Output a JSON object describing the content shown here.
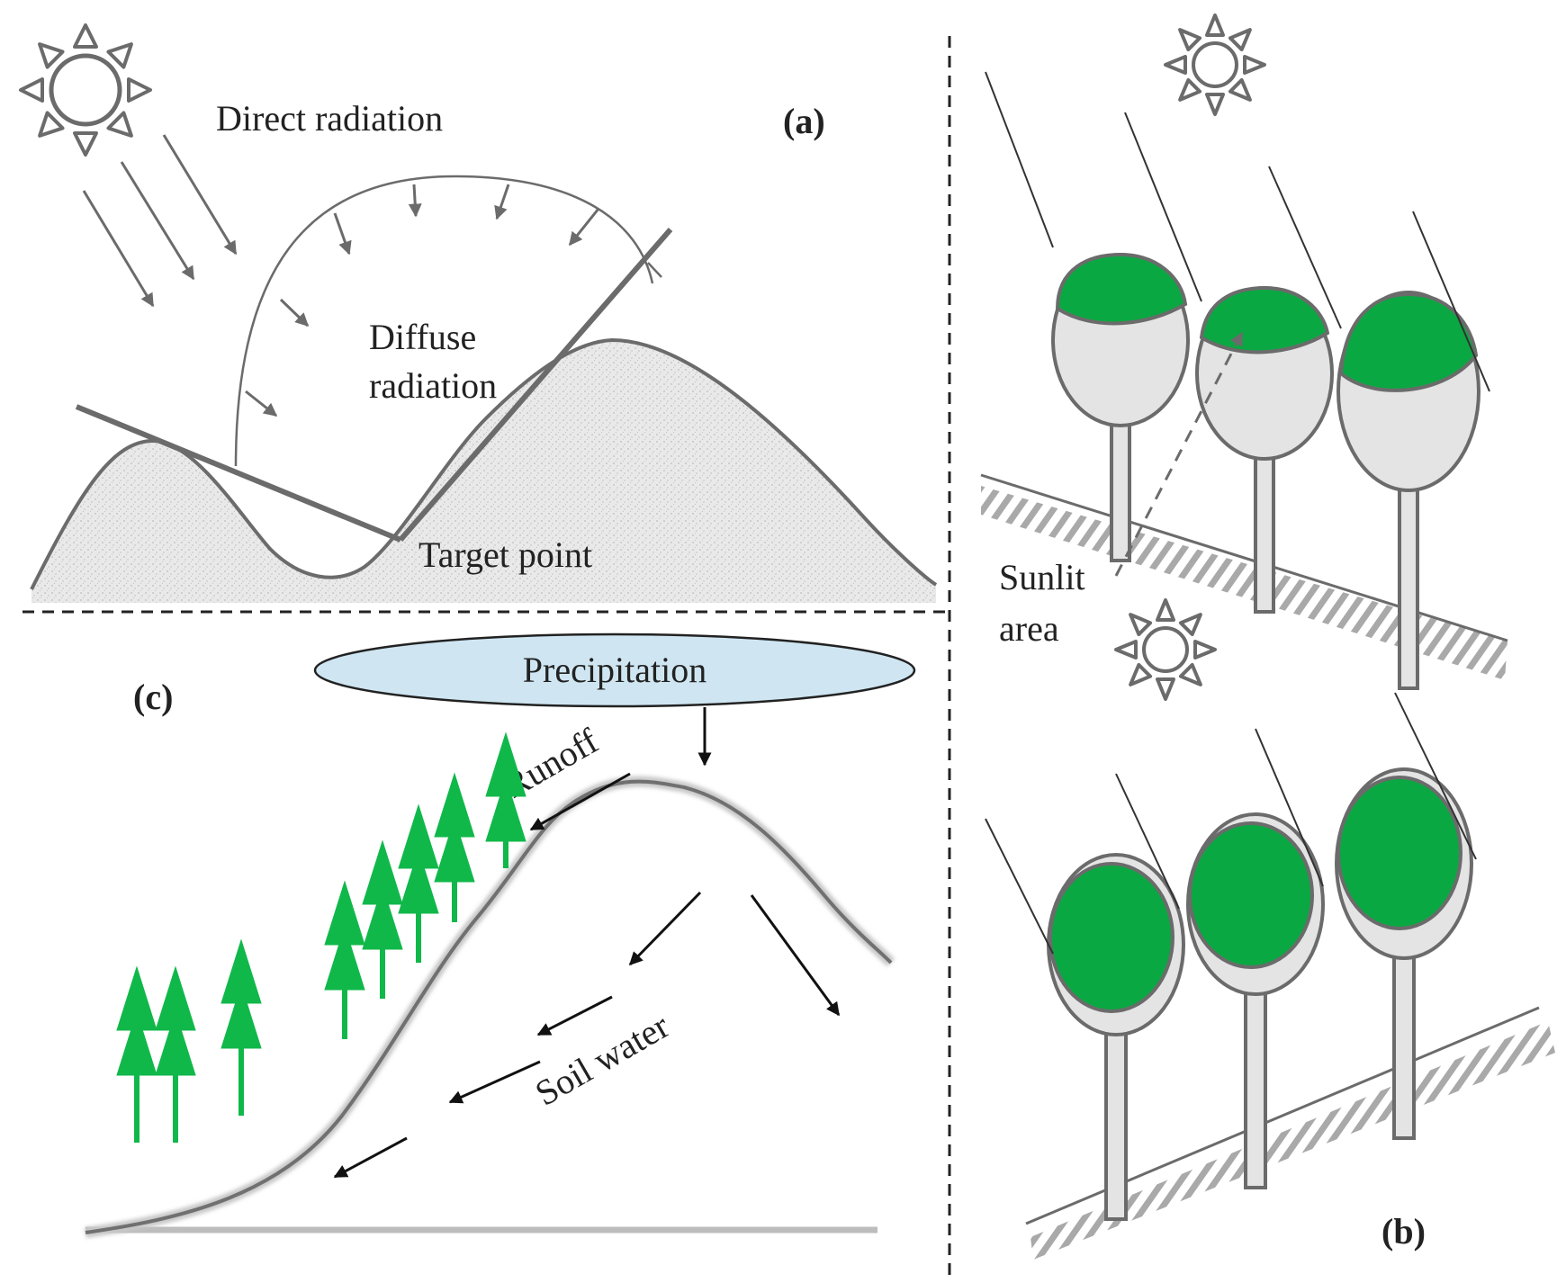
{
  "figure": {
    "panel_a": {
      "label_open": "(",
      "label_letter": "a",
      "label_close": ")",
      "direct_radiation": "Direct radiation",
      "diffuse_line1": "Diffuse",
      "diffuse_line2": "radiation",
      "target_point": "Target point"
    },
    "panel_b": {
      "label_open": "(",
      "label_letter": "b",
      "label_close": ")",
      "sunlit_line1": "Sunlit",
      "sunlit_line2": "area"
    },
    "panel_c": {
      "label_open": "(",
      "label_letter": "c",
      "label_close": ")",
      "precipitation": "Precipitation",
      "runoff": "Runoff",
      "soil_water": "Soil water"
    }
  },
  "colors": {
    "line_gray": "#6b6b6b",
    "terrain_fill": "#e7e7e7",
    "canopy_green": "#0aa842",
    "crown_gray": "#e4e4e4",
    "tree_green": "#10b84a",
    "cloud_fill": "#cfe6f2",
    "arrow_black": "#111111"
  }
}
